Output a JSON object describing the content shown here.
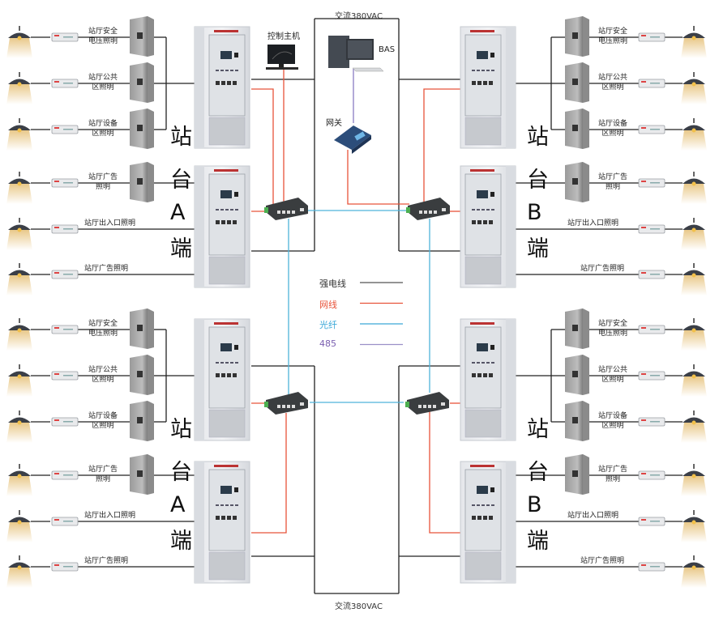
{
  "power_label_top": "交流380VAC",
  "power_label_bottom": "交流380VAC",
  "control_host_label": "控制主机",
  "bas_label": "BAS",
  "gateway_label": "网关",
  "side_a_chars": [
    "站",
    "台",
    "A",
    "端"
  ],
  "side_b_chars": [
    "站",
    "台",
    "B",
    "端"
  ],
  "circuits": [
    {
      "line1": "站厅安全",
      "line2": "电压照明",
      "boxed": true
    },
    {
      "line1": "站厅公共",
      "line2": "区照明",
      "boxed": true
    },
    {
      "line1": "站厅设备",
      "line2": "区照明",
      "boxed": true
    },
    {
      "line1": "站厅广告",
      "line2": "照明",
      "boxed": true
    },
    {
      "line1": "站厅出入口照明",
      "line2": "",
      "boxed": false
    },
    {
      "line1": "站厅广告照明",
      "line2": "",
      "boxed": false
    }
  ],
  "legend": [
    {
      "label": "强电线",
      "color": "#444444",
      "line_color": "#555555"
    },
    {
      "label": "网线",
      "color": "#e8533a",
      "line_color": "#e8533a"
    },
    {
      "label": "光纤",
      "color": "#3aa8d8",
      "line_color": "#3aa8d8"
    },
    {
      "label": "485",
      "color": "#7a5fb0",
      "line_color": "#9b90c8"
    }
  ],
  "colors": {
    "power": "#222222",
    "network": "#e8533a",
    "fiber": "#4fb3d9",
    "rs485": "#8a7cc4"
  }
}
